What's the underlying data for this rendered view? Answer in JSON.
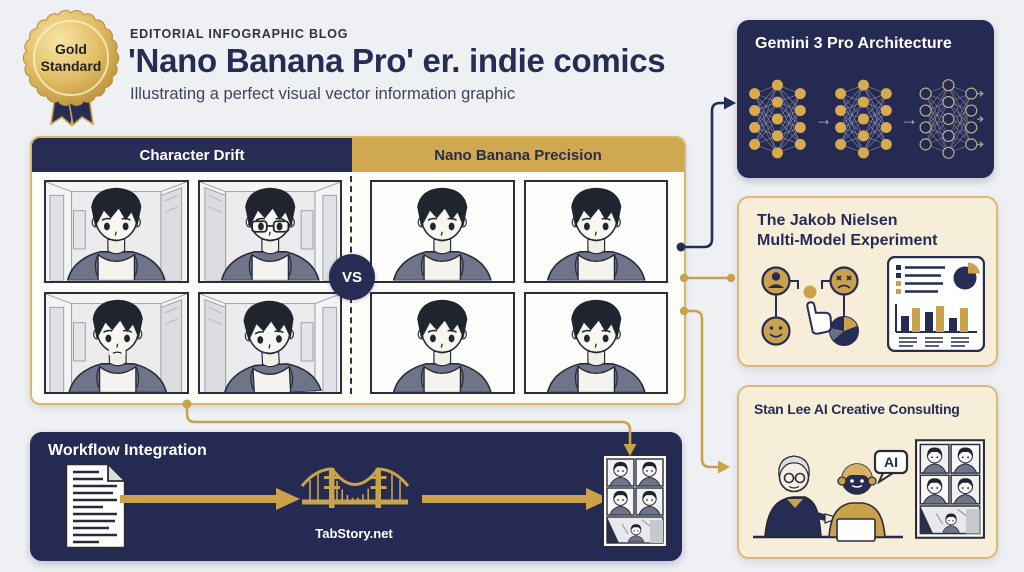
{
  "badge": {
    "line1": "Gold",
    "line2": "Standard"
  },
  "header": {
    "kicker": "EDITORIAL INFOGRAPHIC BLOG",
    "title": "'Nano Banana Pro' er. indie comics",
    "subtitle": "Illustrating a perfect visual vector information graphic"
  },
  "comparison": {
    "left_title": "Character Drift",
    "right_title": "Nano Banana Precision",
    "vs_label": "VS",
    "left_cells": [
      "boy in room",
      "boy with glasses (drifted)",
      "boy variant hair (drifted)",
      "boy variant pose (drifted)"
    ],
    "right_cells": [
      "consistent boy",
      "consistent boy",
      "consistent boy",
      "consistent boy"
    ]
  },
  "panels": {
    "gemini": {
      "title": "Gemini 3 Pro Architecture"
    },
    "nielsen": {
      "title_line1": "The Jakob Nielsen",
      "title_line2": "Multi-Model Experiment"
    },
    "stanlee": {
      "title": "Stan Lee AI Creative Consulting",
      "ai_bubble": "AI"
    },
    "workflow": {
      "title": "Workflow Integration",
      "site": "TabStory.net"
    }
  },
  "colors": {
    "navy": "#252a52",
    "gold": "#c9a24b",
    "gold_band": "#d0a850",
    "gold_border": "#d9b669",
    "cream": "#f7eeda",
    "page_bg": "#eef0f4",
    "panel_bg": "#fefcf6"
  },
  "icons": {
    "medal": "gold-standard-medal-icon",
    "neural_network": "neural-network-icon",
    "person": "person-icon",
    "sad_face": "sad-face-icon",
    "happy_face": "happy-face-icon",
    "pie_chart": "pie-chart-icon",
    "bar_chart": "bar-chart-icon",
    "cursor": "hand-cursor-icon",
    "document": "document-icon",
    "bridge": "bridge-icon",
    "arrow": "arrow-right-icon",
    "robot": "robot-icon",
    "old_man": "consultant-icon",
    "comic_page": "comic-page-icon",
    "speech_bubble": "speech-bubble-icon"
  }
}
